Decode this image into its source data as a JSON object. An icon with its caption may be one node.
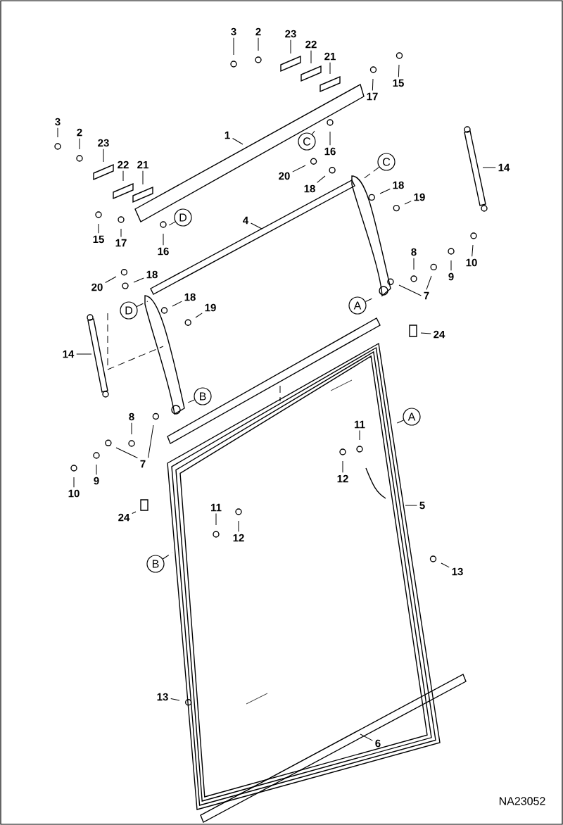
{
  "diagram": {
    "nodes": [
      {
        "text": [
          "3"
        ]
      },
      {
        "text": [
          "2"
        ]
      },
      {
        "text": [
          "23"
        ]
      },
      {
        "text": [
          "22"
        ]
      },
      {
        "text": [
          "21"
        ]
      },
      {
        "text": [
          "15"
        ]
      },
      {
        "text": [
          "17"
        ]
      },
      {
        "text": [
          "3"
        ]
      },
      {
        "text": [
          "2"
        ]
      },
      {
        "text": [
          "1"
        ]
      },
      {
        "text": [
          "C"
        ]
      },
      {
        "text": [
          "23"
        ]
      },
      {
        "text": [
          "16"
        ]
      },
      {
        "text": [
          "22"
        ]
      },
      {
        "text": [
          "21"
        ]
      },
      {
        "text": [
          "C"
        ]
      },
      {
        "text": [
          "14"
        ]
      },
      {
        "text": [
          "20"
        ]
      },
      {
        "text": [
          "18"
        ]
      },
      {
        "text": [
          "18"
        ]
      },
      {
        "text": [
          "19"
        ]
      },
      {
        "text": [
          "D"
        ]
      },
      {
        "text": [
          "4"
        ]
      },
      {
        "text": [
          "15"
        ]
      },
      {
        "text": [
          "17"
        ]
      },
      {
        "text": [
          "16"
        ]
      },
      {
        "text": [
          "8"
        ]
      },
      {
        "text": [
          "10"
        ]
      },
      {
        "text": [
          "18"
        ]
      },
      {
        "text": [
          "9"
        ]
      },
      {
        "text": [
          "20"
        ]
      },
      {
        "text": [
          "7"
        ]
      },
      {
        "text": [
          "18"
        ]
      },
      {
        "text": [
          "A"
        ]
      },
      {
        "text": [
          "19"
        ]
      },
      {
        "text": [
          "D"
        ]
      },
      {
        "text": [
          "24"
        ]
      },
      {
        "text": [
          "14"
        ]
      },
      {
        "text": [
          "B"
        ]
      },
      {
        "text": [
          "8"
        ]
      },
      {
        "text": [
          "A"
        ]
      },
      {
        "text": [
          "11"
        ]
      },
      {
        "text": [
          "7"
        ]
      },
      {
        "text": [
          "12"
        ]
      },
      {
        "text": [
          "9"
        ]
      },
      {
        "text": [
          "10"
        ]
      },
      {
        "text": [
          "5"
        ]
      },
      {
        "text": [
          "11"
        ]
      },
      {
        "text": [
          "24"
        ]
      },
      {
        "text": [
          "12"
        ]
      },
      {
        "text": [
          "B"
        ]
      },
      {
        "text": [
          "13"
        ]
      },
      {
        "text": [
          "13"
        ]
      },
      {
        "text": [
          "6"
        ]
      }
    ],
    "edges": [
      {
        "from": 0,
        "to": null,
        "arrow": "none"
      },
      {
        "from": 1,
        "to": null,
        "arrow": "none"
      },
      {
        "from": 2,
        "to": null,
        "arrow": "none"
      },
      {
        "from": 3,
        "to": null,
        "arrow": "none"
      },
      {
        "from": 4,
        "to": null,
        "arrow": "none"
      },
      {
        "from": 5,
        "to": null,
        "arrow": "none"
      },
      {
        "from": 6,
        "to": null,
        "arrow": "none"
      },
      {
        "from": 7,
        "to": null,
        "arrow": "none"
      },
      {
        "from": 8,
        "to": null,
        "arrow": "none"
      },
      {
        "from": 9,
        "to": null,
        "arrow": "none"
      },
      {
        "from": 10,
        "to": null,
        "arrow": "none",
        "style": "dashed"
      },
      {
        "from": 11,
        "to": null,
        "arrow": "none"
      },
      {
        "from": 12,
        "to": null,
        "arrow": "none"
      },
      {
        "from": 13,
        "to": null,
        "arrow": "none"
      },
      {
        "from": 14,
        "to": null,
        "arrow": "none"
      },
      {
        "from": 15,
        "to": null,
        "arrow": "none",
        "style": "dashed"
      },
      {
        "from": 16,
        "to": null,
        "arrow": "none"
      },
      {
        "from": 17,
        "to": null,
        "arrow": "none"
      },
      {
        "from": 18,
        "to": null,
        "arrow": "none"
      },
      {
        "from": 19,
        "to": null,
        "arrow": "none"
      },
      {
        "from": 20,
        "to": null,
        "arrow": "none"
      },
      {
        "from": 21,
        "to": null,
        "arrow": "none",
        "style": "dashed"
      },
      {
        "from": 22,
        "to": null,
        "arrow": "none"
      },
      {
        "from": 23,
        "to": null,
        "arrow": "none"
      },
      {
        "from": 24,
        "to": null,
        "arrow": "none"
      },
      {
        "from": 25,
        "to": null,
        "arrow": "none"
      },
      {
        "from": 26,
        "to": null,
        "arrow": "none"
      },
      {
        "from": 27,
        "to": null,
        "arrow": "none"
      },
      {
        "from": 28,
        "to": null,
        "arrow": "none"
      },
      {
        "from": 29,
        "to": null,
        "arrow": "none"
      },
      {
        "from": 30,
        "to": null,
        "arrow": "none"
      },
      {
        "from": 31,
        "to": null,
        "arrow": "none"
      },
      {
        "from": 31,
        "to": null,
        "arrow": "none"
      },
      {
        "from": 32,
        "to": null,
        "arrow": "none"
      },
      {
        "from": 33,
        "to": null,
        "arrow": "none",
        "style": "dashed"
      },
      {
        "from": 34,
        "to": null,
        "arrow": "none"
      },
      {
        "from": 35,
        "to": null,
        "arrow": "none",
        "style": "dashed"
      },
      {
        "from": 36,
        "to": null,
        "arrow": "none"
      },
      {
        "from": 37,
        "to": null,
        "arrow": "none"
      },
      {
        "from": 38,
        "to": null,
        "arrow": "none",
        "style": "dashed"
      },
      {
        "from": 39,
        "to": null,
        "arrow": "none"
      },
      {
        "from": 40,
        "to": null,
        "arrow": "none",
        "style": "dashed"
      },
      {
        "from": 41,
        "to": null,
        "arrow": "none"
      },
      {
        "from": 42,
        "to": null,
        "arrow": "none"
      },
      {
        "from": 42,
        "to": null,
        "arrow": "none"
      },
      {
        "from": 43,
        "to": null,
        "arrow": "none"
      },
      {
        "from": 44,
        "to": null,
        "arrow": "none"
      },
      {
        "from": 45,
        "to": null,
        "arrow": "none"
      },
      {
        "from": 46,
        "to": null,
        "arrow": "none"
      },
      {
        "from": 47,
        "to": null,
        "arrow": "none"
      },
      {
        "from": 48,
        "to": null,
        "arrow": "none"
      },
      {
        "from": 49,
        "to": null,
        "arrow": "none"
      },
      {
        "from": 50,
        "to": null,
        "arrow": "none",
        "style": "dashed"
      },
      {
        "from": 51,
        "to": null,
        "arrow": "none"
      },
      {
        "from": 52,
        "to": null,
        "arrow": "none"
      },
      {
        "from": 53,
        "to": null,
        "arrow": "none"
      }
    ],
    "labels": [
      "NA23052"
    ]
  }
}
